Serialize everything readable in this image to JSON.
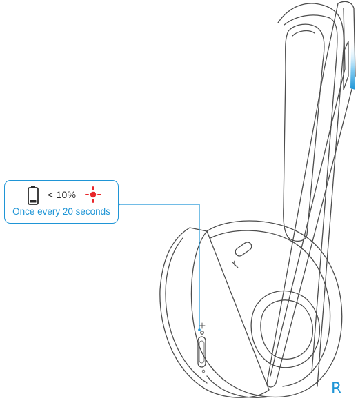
{
  "callout": {
    "threshold": "< 10%",
    "frequency": "Once every 20 seconds",
    "battery_icon": "battery-low-icon",
    "led_icon": "red-led-blink-icon",
    "led_color": "#e8262a",
    "accent_color": "#1f95d6"
  },
  "side_label": "R",
  "headset": {
    "mic_boom_tip_color": "#2aa7e8"
  }
}
